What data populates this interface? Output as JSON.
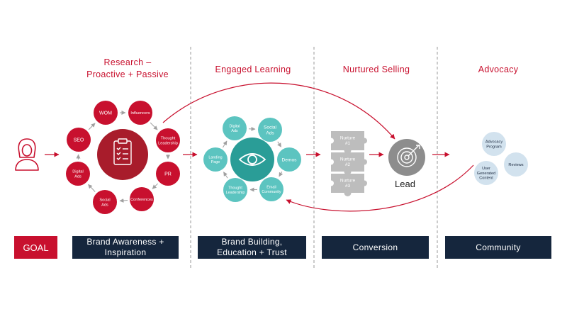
{
  "colors": {
    "red": "#c8102e",
    "dark_red": "#a81c2b",
    "teal": "#5cc4c0",
    "dark_teal": "#2a9d97",
    "gray": "#bdbdbd",
    "dark_gray": "#8d8d8d",
    "light_blue": "#d2e2ee",
    "navy": "#15263d",
    "divider": "#9a9a9a"
  },
  "stages": [
    {
      "title": "Research –\nProactive + Passive"
    },
    {
      "title": "Engaged Learning"
    },
    {
      "title": "Nurtured Selling"
    },
    {
      "title": "Advocacy"
    }
  ],
  "research_nodes": [
    "WOM",
    "Influencers",
    "Thought Leadership",
    "PR",
    "Conferences",
    "Social Ads",
    "Digital Ads",
    "SEO"
  ],
  "learning_nodes": [
    "Digital Ads",
    "Social Ads",
    "Demos",
    "Email Community",
    "Thought Leadership",
    "Landing Page"
  ],
  "nurture_pieces": [
    "Nurture #1",
    "Nurture #2",
    "Nurture #3"
  ],
  "lead_label": "Lead",
  "advocacy_nodes": [
    "Advocacy Program",
    "User Generated Content",
    "Reviews"
  ],
  "goals": {
    "label": "GOAL",
    "cells": [
      "Brand Awareness +\nInspiration",
      "Brand  Building,\nEducation + Trust",
      "Conversion",
      "Community"
    ]
  },
  "icons": {
    "person": "person-outline-icon",
    "clipboard": "clipboard-checklist-icon",
    "eye": "eye-icon",
    "target": "target-arrow-icon"
  }
}
